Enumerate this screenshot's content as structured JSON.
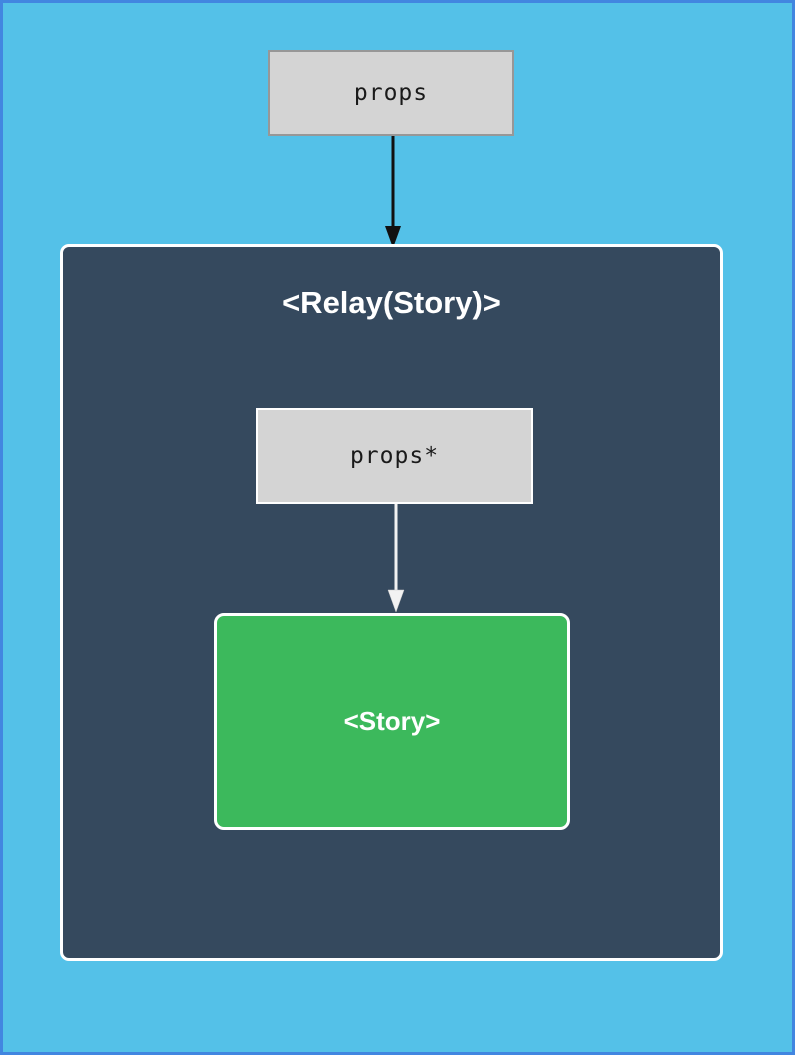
{
  "diagram": {
    "outer_props_label": "props",
    "relay_container": {
      "title": "<Relay(Story)>",
      "inner_props_label": "props*",
      "story_label": "<Story>"
    }
  },
  "icons": {
    "outer_arrow": "arrow-down-black",
    "inner_arrow": "arrow-down-white"
  },
  "colors": {
    "background": "#54c1e8",
    "page_border": "#4286e0",
    "container": "#35495e",
    "container_border": "#ffffff",
    "box_gray": "#d4d4d4",
    "box_gray_border": "#979797",
    "green": "#3cb95c",
    "arrow_black": "#111111",
    "arrow_white": "#f2f2f2"
  }
}
